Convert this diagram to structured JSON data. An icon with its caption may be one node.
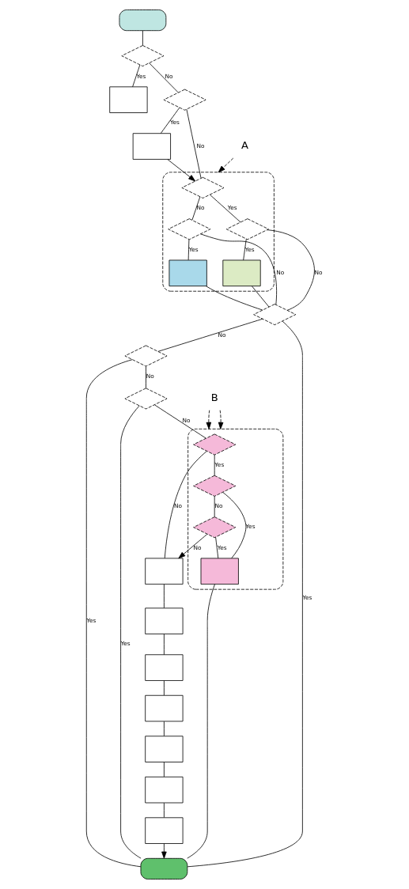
{
  "diagram": {
    "nodes": [
      {
        "text": [],
        "shape": "terminal"
      },
      {
        "text": [],
        "shape": "diamond"
      },
      {
        "text": [],
        "shape": "box"
      },
      {
        "text": [],
        "shape": "diamond"
      },
      {
        "text": [],
        "shape": "box"
      },
      {
        "text": [],
        "shape": "band"
      },
      {
        "text": [],
        "shape": "diamond",
        "in": 5
      },
      {
        "text": [],
        "shape": "diamond",
        "in": 5
      },
      {
        "text": [],
        "shape": "box",
        "in": 5
      },
      {
        "text": [],
        "shape": "diamond",
        "in": 5
      },
      {
        "text": [],
        "shape": "box",
        "in": 5
      },
      {
        "text": [],
        "shape": "diamond"
      },
      {
        "text": [],
        "shape": "diamond"
      },
      {
        "text": [],
        "shape": "diamond"
      },
      {
        "text": [],
        "shape": "band"
      },
      {
        "text": [],
        "shape": "diamond",
        "in": 14
      },
      {
        "text": [],
        "shape": "diamond",
        "in": 14
      },
      {
        "text": [],
        "shape": "diamond",
        "in": 14
      },
      {
        "text": [],
        "shape": "box",
        "in": 14
      },
      {
        "text": [],
        "shape": "box"
      },
      {
        "text": [],
        "shape": "box"
      },
      {
        "text": [],
        "shape": "box"
      },
      {
        "text": [],
        "shape": "box"
      },
      {
        "text": [],
        "shape": "box"
      },
      {
        "text": [],
        "shape": "box"
      },
      {
        "text": [],
        "shape": "box"
      },
      {
        "text": [],
        "shape": "terminal"
      },
      {
        "text": [
          "A"
        ]
      },
      {
        "text": [
          "B"
        ]
      }
    ],
    "edges": [
      {
        "from": 0,
        "to": 1,
        "arrow": "none"
      },
      {
        "from": 1,
        "to": 2,
        "arrow": "none",
        "label": "Yes"
      },
      {
        "from": 1,
        "to": 3,
        "arrow": "none",
        "label": "No"
      },
      {
        "from": 3,
        "to": 4,
        "arrow": "none",
        "label": "Yes"
      },
      {
        "from": 3,
        "to": 6,
        "arrow": "none",
        "label": "No"
      },
      {
        "from": 4,
        "to": 6,
        "arrow": "to"
      },
      {
        "from": 6,
        "to": 9,
        "arrow": "none",
        "label": "Yes"
      },
      {
        "from": 6,
        "to": 7,
        "arrow": "none",
        "label": "No"
      },
      {
        "from": 7,
        "to": 8,
        "arrow": "none",
        "label": "Yes"
      },
      {
        "from": 7,
        "to": 11,
        "arrow": "none",
        "label": "No"
      },
      {
        "from": 8,
        "to": 11,
        "arrow": "none"
      },
      {
        "from": 9,
        "to": 10,
        "arrow": "none",
        "label": "Yes"
      },
      {
        "from": 9,
        "to": 11,
        "arrow": "none",
        "label": "No"
      },
      {
        "from": 10,
        "to": 11,
        "arrow": "none"
      },
      {
        "from": 11,
        "to": 26,
        "arrow": "none",
        "label": "Yes"
      },
      {
        "from": 11,
        "to": 12,
        "arrow": "none",
        "label": "No"
      },
      {
        "from": 12,
        "to": 26,
        "arrow": "none",
        "label": "Yes"
      },
      {
        "from": 12,
        "to": 13,
        "arrow": "none",
        "label": "No"
      },
      {
        "from": 13,
        "to": 26,
        "arrow": "none",
        "label": "Yes"
      },
      {
        "from": 13,
        "to": 15,
        "arrow": "none",
        "label": "No"
      },
      {
        "from": 15,
        "to": 16,
        "arrow": "none",
        "label": "Yes"
      },
      {
        "from": 15,
        "to": 19,
        "arrow": "none",
        "label": "No"
      },
      {
        "from": 16,
        "to": 18,
        "arrow": "none",
        "label": "Yes"
      },
      {
        "from": 16,
        "to": 17,
        "arrow": "none",
        "label": "No"
      },
      {
        "from": 17,
        "to": 18,
        "arrow": "none",
        "label": "Yes"
      },
      {
        "from": 17,
        "to": 19,
        "arrow": "to",
        "label": "No"
      },
      {
        "from": 18,
        "to": 26,
        "arrow": "none"
      },
      {
        "from": 19,
        "to": 20,
        "arrow": "none"
      },
      {
        "from": 20,
        "to": 21,
        "arrow": "none"
      },
      {
        "from": 21,
        "to": 22,
        "arrow": "none"
      },
      {
        "from": 22,
        "to": 23,
        "arrow": "none"
      },
      {
        "from": 23,
        "to": 24,
        "arrow": "none"
      },
      {
        "from": 24,
        "to": 25,
        "arrow": "none"
      },
      {
        "from": 25,
        "to": 26,
        "arrow": "to"
      },
      {
        "from": 27,
        "to": 5,
        "arrow": "to",
        "style": "dashed"
      },
      {
        "from": 28,
        "to": 14,
        "arrow": "to",
        "style": "dashed"
      },
      {
        "from": 28,
        "to": 14,
        "arrow": "to",
        "style": "dashed"
      }
    ]
  }
}
